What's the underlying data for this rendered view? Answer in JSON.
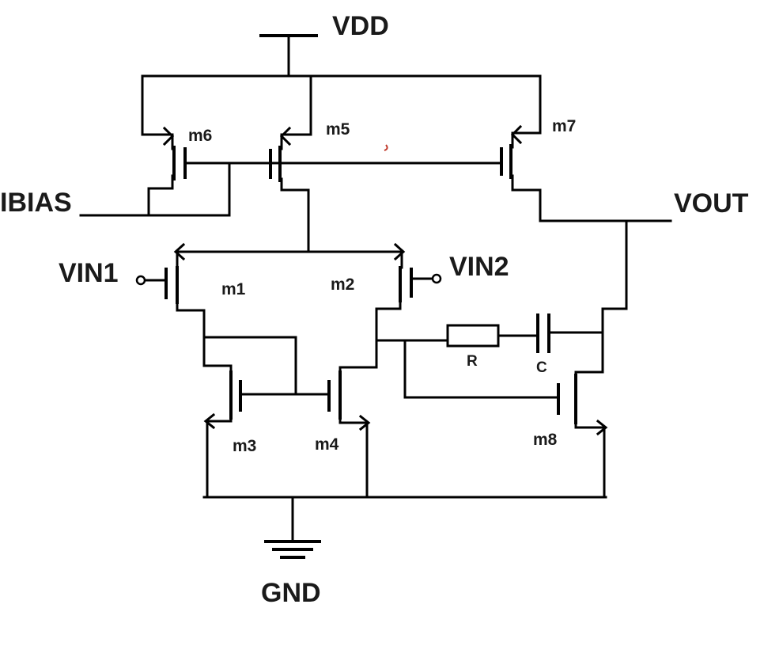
{
  "nets": {
    "vdd": "VDD",
    "gnd": "GND",
    "ibias": "IBIAS",
    "vin1": "VIN1",
    "vin2": "VIN2",
    "vout": "VOUT"
  },
  "transistors": {
    "m1": "m1",
    "m2": "m2",
    "m3": "m3",
    "m4": "m4",
    "m5": "m5",
    "m6": "m6",
    "m7": "m7",
    "m8": "m8"
  },
  "passives": {
    "resistor": "R",
    "capacitor": "C"
  }
}
